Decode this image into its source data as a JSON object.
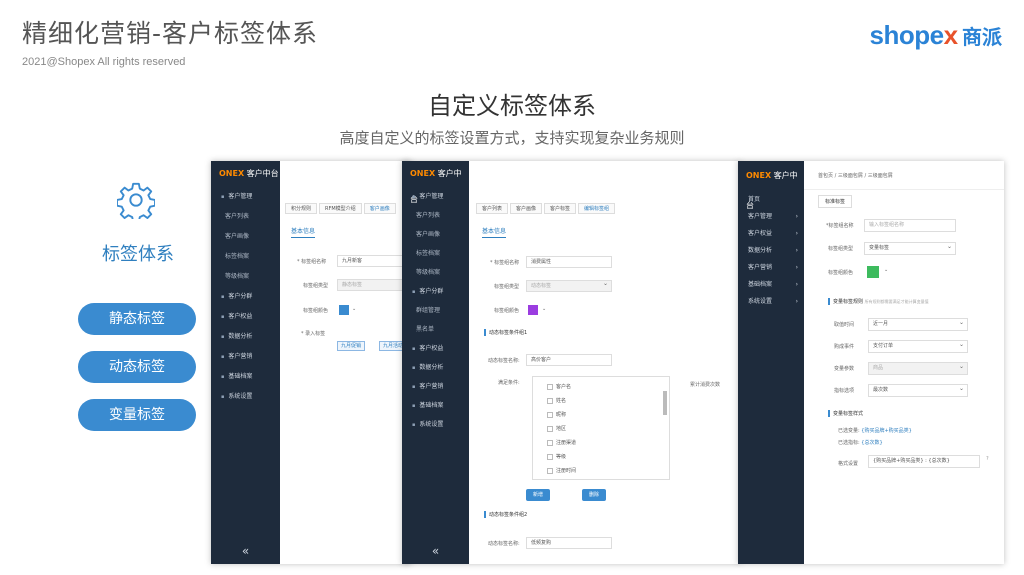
{
  "header": {
    "title": "精细化营销-客户标签体系",
    "copyright": "2021@Shopex All rights reserved",
    "logo_word_a": "shope",
    "logo_word_b": "x",
    "logo_cn": "商派"
  },
  "intro": {
    "heading": "自定义标签体系",
    "subheading": "高度自定义的标签设置方式，支持实现复杂业务规则"
  },
  "left": {
    "gear_icon": "gear-icon",
    "system_label": "标签体系",
    "buttons": [
      "静态标签",
      "动态标签",
      "变量标签"
    ]
  },
  "colors": {
    "accent": "#3a8bd0",
    "sidebar": "#1e2b3c",
    "brand_orange": "#ff8a00"
  },
  "panel1": {
    "brand": "ONEX",
    "brand_sub": "客户中台",
    "menu": [
      "客户管理",
      "客户列表",
      "客户画像",
      "标签档案",
      "等级档案",
      "客户分群",
      "客户权益",
      "数据分析",
      "客户营销",
      "基础档案",
      "系统设置"
    ],
    "tabs": [
      "积分规则",
      "RFM模型介绍",
      "客户画像"
    ],
    "subtab": "基本信息",
    "labels": [
      "* 标签组名称",
      "标签组类型",
      "标签组颜色",
      "* 录入标签"
    ],
    "name_value": "九月新客",
    "type_placeholder": "静态标签",
    "chips": [
      "九月促销",
      "九月活动"
    ],
    "collapse": "«"
  },
  "panel2": {
    "brand": "ONEX",
    "brand_sub": "客户中台",
    "menu": [
      "客户管理",
      "客户列表",
      "客户画像",
      "标签档案",
      "等级档案",
      "客户分群",
      "群组管理",
      "黑名单",
      "客户权益",
      "数据分析",
      "客户营销",
      "基础档案",
      "系统设置"
    ],
    "tabs": [
      "客户列表",
      "客户画像",
      "客户标签",
      "编辑标签组"
    ],
    "subtab": "基本信息",
    "labels": [
      "* 标签组名称",
      "标签组类型",
      "标签组颜色"
    ],
    "name_value": "消费属性",
    "type_value": "动态标签",
    "section1": "动态标签条件组1",
    "section1_label": "动态标签名称:",
    "section1_value": "高价客户",
    "cond_label": "满足条件:",
    "options": [
      "客户名",
      "姓名",
      "昵称",
      "地区",
      "注册渠道",
      "等级",
      "注册时间"
    ],
    "right_label": "累计消费次数",
    "btn_add": "新增",
    "btn_del": "删除",
    "section2": "动态标签条件组2",
    "section2_label": "动态标签名称:",
    "section2_value": "低频复购",
    "collapse": "«"
  },
  "panel3": {
    "brand": "ONEX",
    "brand_sub": "客户中台",
    "menu": [
      "首页",
      "客户管理",
      "客户权益",
      "数据分析",
      "客户营销",
      "基础档案",
      "系统设置"
    ],
    "breadcrumb": "首包页 / 三级面包屑 / 三级面包屑",
    "tab": "标准标签",
    "name_label": "*标签组名称",
    "name_placeholder": "输入标签组名称",
    "type_label": "标签组类型",
    "type_value": "变量标签",
    "color_label": "标签组颜色",
    "sec_rule": "变量标签规则",
    "sec_rule_hint": "所有规则都需要满足才能计算变量值",
    "rows": [
      {
        "label": "取值时间",
        "value": "近一月"
      },
      {
        "label": "购成事件",
        "value": "支付订单"
      },
      {
        "label": "变量参数",
        "value": "商品"
      },
      {
        "label": "指标选项",
        "value": "最次数"
      }
    ],
    "sec_format": "变量标签样式",
    "var_label": "已选变量:",
    "var_value": "{购买品牌+购买品类}",
    "metric_label": "已选指标:",
    "metric_value": "{总次数}",
    "format_label": "格式设置",
    "format_value": "{购买品牌+购买品类} : {总次数}",
    "help": "?"
  }
}
